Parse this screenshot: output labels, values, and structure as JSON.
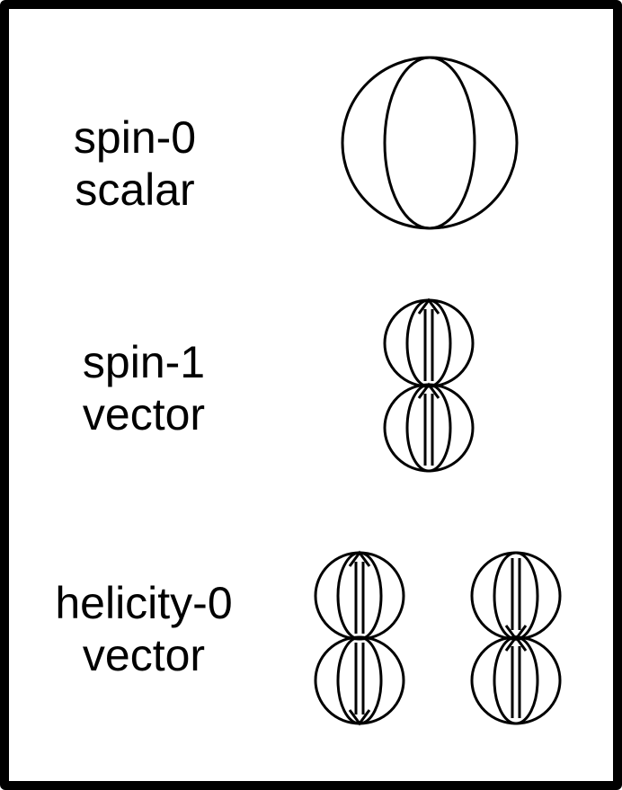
{
  "rows": [
    {
      "line1": "spin-0",
      "line2": "scalar"
    },
    {
      "line1": "spin-1",
      "line2": "vector"
    },
    {
      "line1": "helicity-0",
      "line2": "vector"
    }
  ]
}
